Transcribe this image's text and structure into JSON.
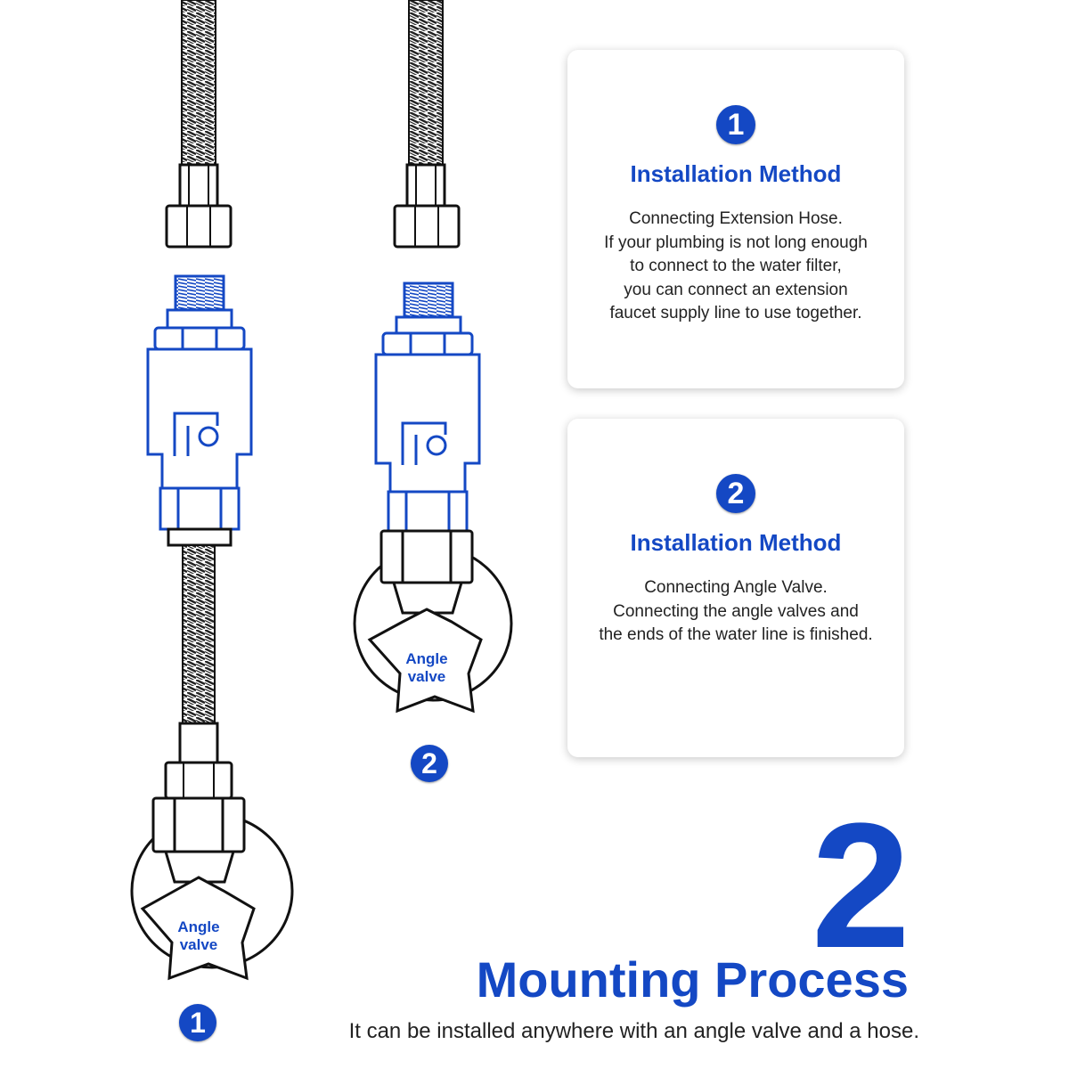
{
  "colors": {
    "accent": "#1448c4",
    "line": "#111111",
    "text": "#222222"
  },
  "cards": [
    {
      "number": "1",
      "title": "Installation Method",
      "lines": [
        "Connecting Extension Hose.",
        "If your plumbing is not long enough",
        "to connect to the water filter,",
        "you can connect an extension",
        "faucet supply line to use together."
      ]
    },
    {
      "number": "2",
      "title": "Installation Method",
      "lines": [
        "Connecting Angle Valve.",
        "Connecting the angle valves and",
        "the ends of the water line is finished."
      ]
    }
  ],
  "diagrams": [
    {
      "badge": "1",
      "valve_label_line1": "Angle",
      "valve_label_line2": "valve"
    },
    {
      "badge": "2",
      "valve_label_line1": "Angle",
      "valve_label_line2": "valve"
    }
  ],
  "footer": {
    "big_number": "2",
    "heading": "Mounting Process",
    "subtitle": "It can be installed anywhere with an angle valve and a hose."
  }
}
